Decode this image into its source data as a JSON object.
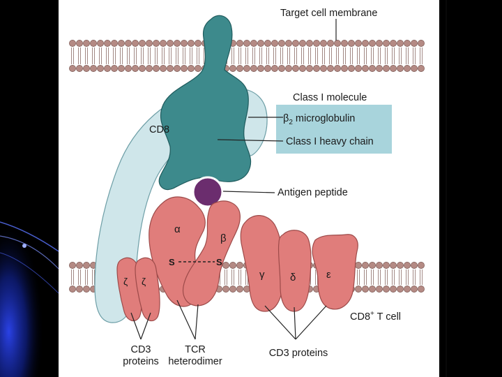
{
  "figure": {
    "membrane_top_label": "Target cell membrane",
    "class_i_header": "Class I molecule",
    "b2m_label_greek": "β",
    "b2m_label_sub": "2",
    "b2m_label_rest": " microglobulin",
    "heavy_chain_label": "Class I heavy chain",
    "cd8_label": "CD8",
    "antigen_label": "Antigen peptide",
    "alpha": "α",
    "beta": "β",
    "s_left": "S",
    "s_right": "S",
    "zeta_1": "ζ",
    "zeta_2": "ζ",
    "gamma": "γ",
    "delta": "δ",
    "epsilon": "ε",
    "tcell_label_main": "CD8",
    "tcell_label_sup": "+",
    "tcell_label_rest": " T cell",
    "cd3_left_line1": "CD3",
    "cd3_left_line2": "proteins",
    "tcr_line1": "TCR",
    "tcr_line2": "heterodimer",
    "cd3_right": "CD3 proteins"
  },
  "colors": {
    "slide_background": "#000000",
    "accent_blue": "#1a2fd6",
    "figure_background": "#ffffff",
    "lipid_head": "#b48a84",
    "mhc_teal": "#3d8a8c",
    "light_blue": "#cfe6ea",
    "label_box": "#a8d4dc",
    "tcr_pink": "#e07d7b",
    "peptide_purple": "#6b2d6e"
  }
}
